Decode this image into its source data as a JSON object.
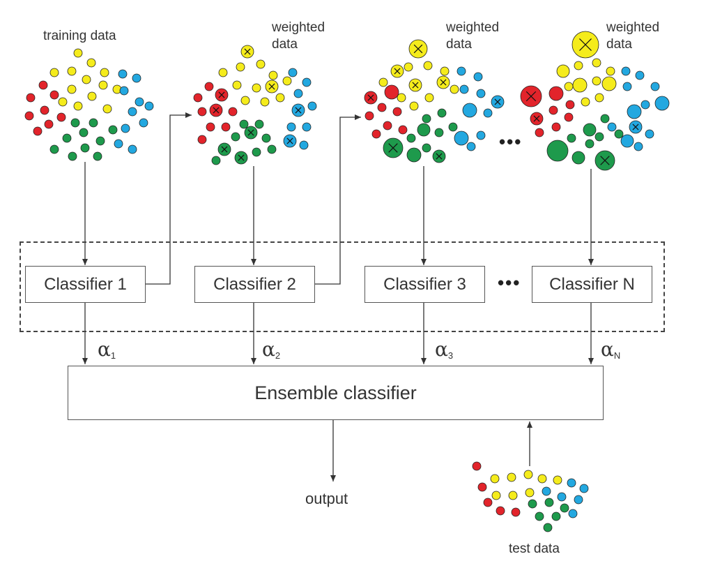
{
  "labels": {
    "training": "training data",
    "weighted1": "weighted\ndata",
    "weighted2": "weighted\ndata",
    "weighted3": "weighted\ndata",
    "test": "test data",
    "output": "output"
  },
  "classifiers": [
    "Classifier 1",
    "Classifier 2",
    "Classifier 3",
    "Classifier N"
  ],
  "alphas": [
    {
      "symbol": "α",
      "sub": "1"
    },
    {
      "symbol": "α",
      "sub": "2"
    },
    {
      "symbol": "α",
      "sub": "3"
    },
    {
      "symbol": "α",
      "sub": "N"
    }
  ],
  "ensemble": "Ensemble classifier",
  "ellipsis": "•••",
  "colors": {
    "red": "#e2242b",
    "yellow": "#f5ec1c",
    "green": "#1e9a4c",
    "blue": "#23a8e0",
    "line": "#333333"
  }
}
